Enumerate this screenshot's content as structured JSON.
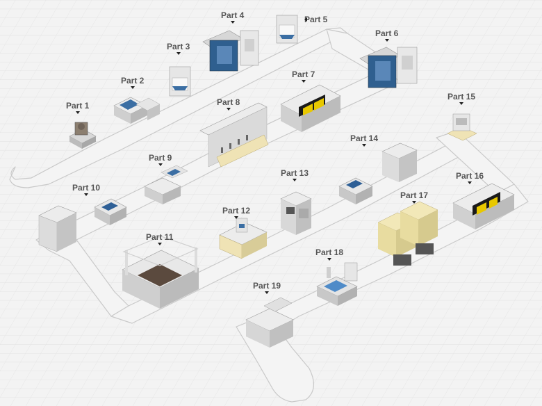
{
  "diagram": {
    "colors": {
      "background": "#f3f3f3",
      "grid": "#dedede",
      "conveyor_top": "#f4f4f4",
      "conveyor_edge": "#c9c9c9",
      "machine_light": "#e4e4e4",
      "machine_dark": "#b0b0b0",
      "accent_blue": "#3a6aa0",
      "accent_yellow": "#e8c800",
      "label_text": "#555555"
    },
    "parts": [
      {
        "id": "part-1",
        "label": "Part 1",
        "machine": "robot-cell"
      },
      {
        "id": "part-2",
        "label": "Part 2",
        "machine": "tray-station"
      },
      {
        "id": "part-3",
        "label": "Part 3",
        "machine": "frame-station"
      },
      {
        "id": "part-4",
        "label": "Part 4",
        "machine": "blue-press"
      },
      {
        "id": "part-5",
        "label": "Part 5",
        "machine": "frame-station"
      },
      {
        "id": "part-6",
        "label": "Part 6",
        "machine": "blue-press"
      },
      {
        "id": "part-7",
        "label": "Part 7",
        "machine": "yellow-display-unit"
      },
      {
        "id": "part-8",
        "label": "Part 8",
        "machine": "long-assembly-line"
      },
      {
        "id": "part-9",
        "label": "Part 9",
        "machine": "tray-station"
      },
      {
        "id": "part-10",
        "label": "Part 10",
        "machine": "cabinet-with-tray"
      },
      {
        "id": "part-11",
        "label": "Part 11",
        "machine": "glass-enclosure"
      },
      {
        "id": "part-12",
        "label": "Part 12",
        "machine": "bench-station"
      },
      {
        "id": "part-13",
        "label": "Part 13",
        "machine": "control-cabinet"
      },
      {
        "id": "part-14",
        "label": "Part 14",
        "machine": "cabinet-with-tray"
      },
      {
        "id": "part-15",
        "label": "Part 15",
        "machine": "small-inspection-unit"
      },
      {
        "id": "part-16",
        "label": "Part 16",
        "machine": "yellow-display-unit"
      },
      {
        "id": "part-17",
        "label": "Part 17",
        "machine": "twin-yellow-press"
      },
      {
        "id": "part-18",
        "label": "Part 18",
        "machine": "blue-tank-station"
      },
      {
        "id": "part-19",
        "label": "Part 19",
        "machine": "end-counter"
      }
    ]
  }
}
